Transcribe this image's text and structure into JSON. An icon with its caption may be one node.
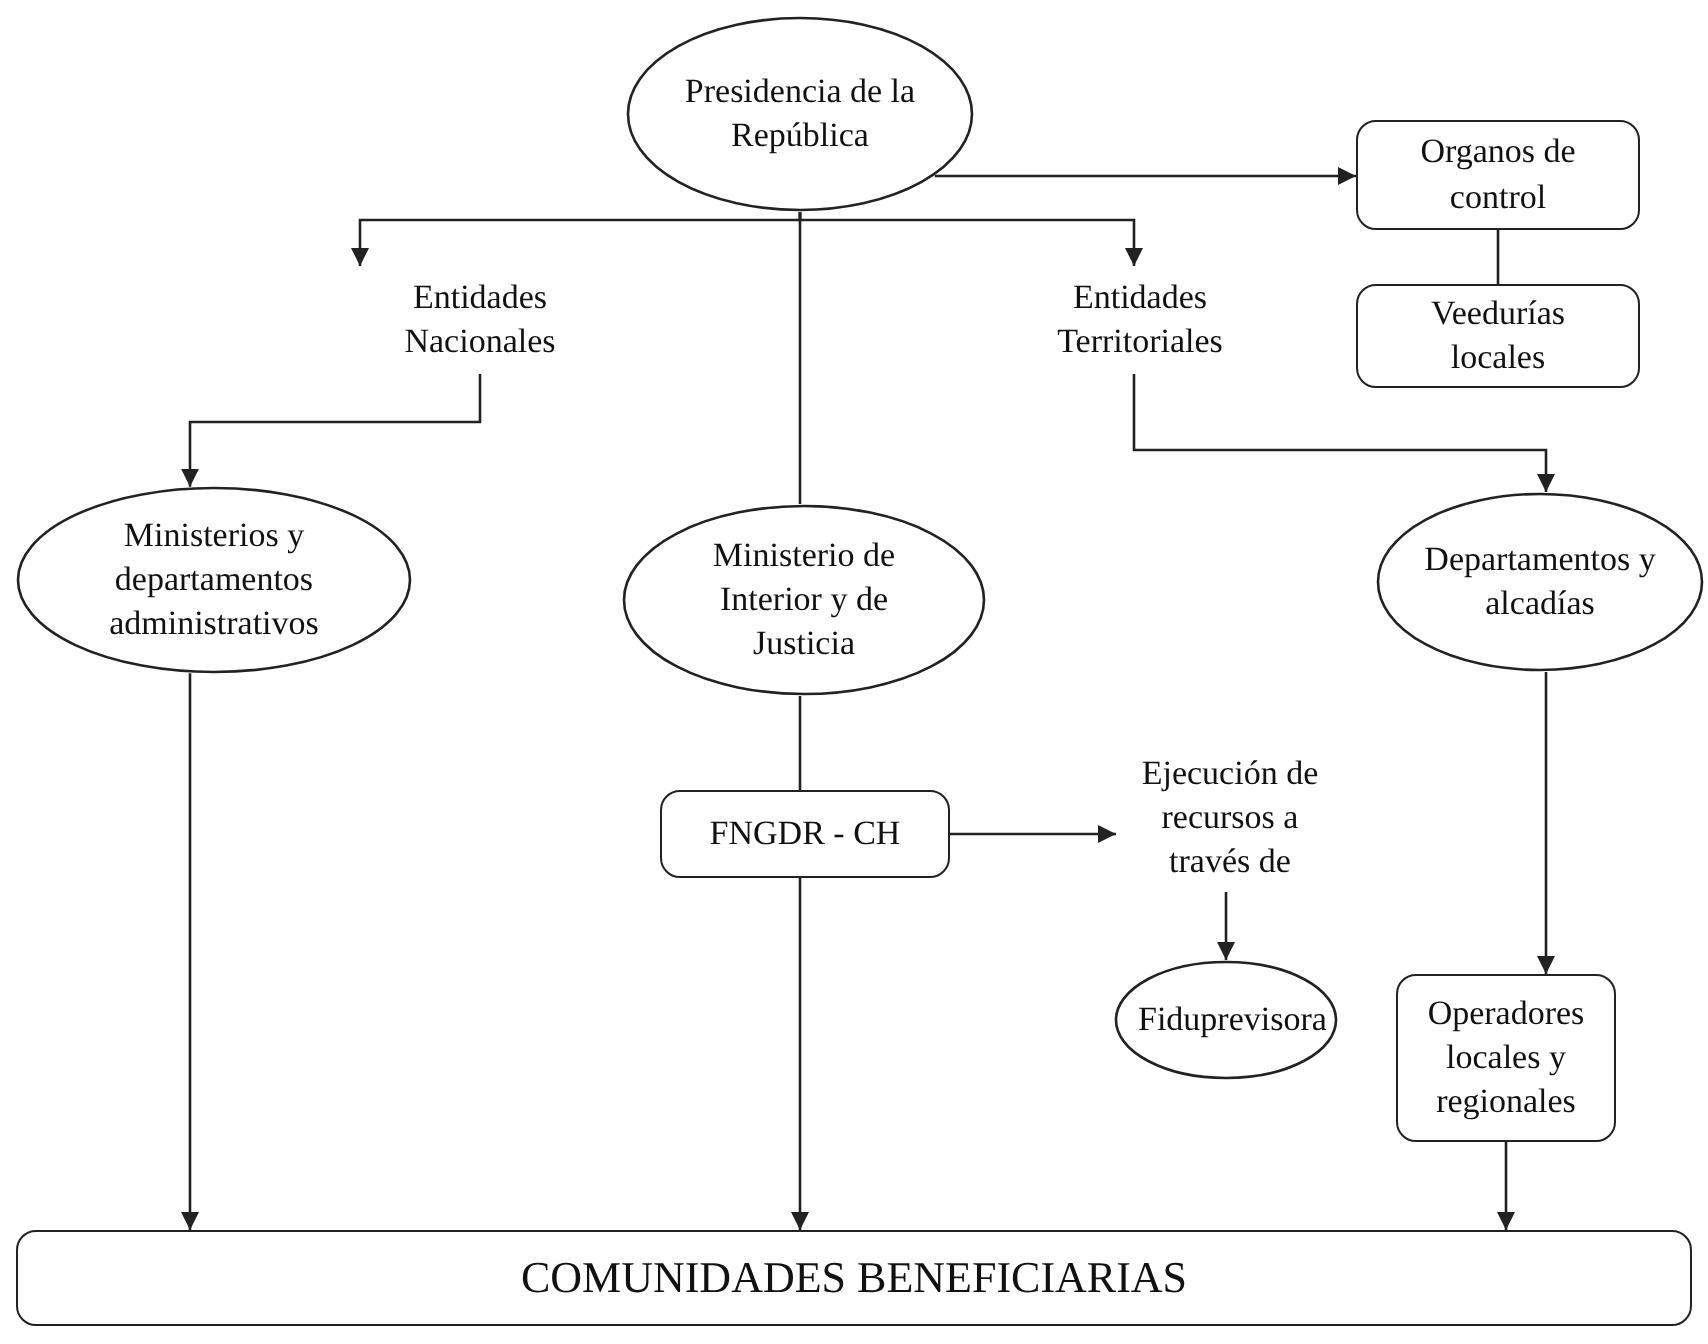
{
  "diagram": {
    "nodes": [
      {
        "text": [
          "Presidencia de la República"
        ]
      },
      {
        "text": [
          "Organos de control"
        ]
      },
      {
        "text": [
          "Veedurías locales"
        ]
      },
      {
        "text": [
          "Entidades Nacionales"
        ]
      },
      {
        "text": [
          "Entidades Territoriales"
        ]
      },
      {
        "text": [
          "Ministerios y departamentos administrativos"
        ]
      },
      {
        "text": [
          "Ministerio de Interior y de Justicia"
        ]
      },
      {
        "text": [
          "Departamentos y alcadías"
        ]
      },
      {
        "text": [
          "FNGDR - CH"
        ]
      },
      {
        "text": [
          "Ejecución de recursos a través de"
        ]
      },
      {
        "text": [
          "Fiduprevisora"
        ]
      },
      {
        "text": [
          "Operadores locales y regionales"
        ]
      },
      {
        "text": [
          "COMUNIDADES BENEFICIARIAS"
        ]
      }
    ],
    "edges": [
      {
        "from": 0,
        "to": 1,
        "arrow": "to"
      },
      {
        "from": 1,
        "to": 2,
        "arrow": "none"
      },
      {
        "from": 0,
        "to": 3,
        "arrow": "to"
      },
      {
        "from": 0,
        "to": 4,
        "arrow": "to"
      },
      {
        "from": 0,
        "to": 6,
        "arrow": "none"
      },
      {
        "from": 3,
        "to": 5,
        "arrow": "to"
      },
      {
        "from": 4,
        "to": 7,
        "arrow": "to"
      },
      {
        "from": 5,
        "to": 12,
        "arrow": "to"
      },
      {
        "from": 6,
        "to": 8,
        "arrow": "none"
      },
      {
        "from": 8,
        "to": 12,
        "arrow": "to"
      },
      {
        "from": 8,
        "to": 9,
        "arrow": "to"
      },
      {
        "from": 9,
        "to": 10,
        "arrow": "to"
      },
      {
        "from": 7,
        "to": 11,
        "arrow": "to"
      },
      {
        "from": 11,
        "to": 12,
        "arrow": "to"
      }
    ]
  }
}
